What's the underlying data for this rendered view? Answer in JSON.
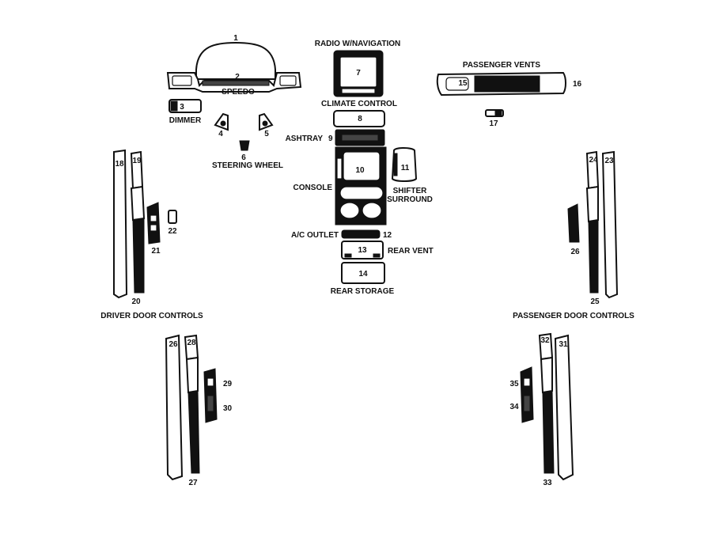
{
  "labels": {
    "radio": "RADIO W/NAVIGATION",
    "passenger_vents": "PASSENGER VENTS",
    "speedo": "SPEEDO",
    "climate": "CLIMATE CONTROL",
    "dimmer": "DIMMER",
    "ashtray": "ASHTRAY",
    "steering": "STEERING WHEEL",
    "console": "CONSOLE",
    "shifter_1": "SHIFTER",
    "shifter_2": "SURROUND",
    "ac_outlet": "A/C OUTLET",
    "rear_vent": "REAR VENT",
    "rear_storage": "REAR STORAGE",
    "driver_doors": "DRIVER DOOR CONTROLS",
    "passenger_doors": "PASSENGER DOOR CONTROLS"
  },
  "parts": {
    "p1": "1",
    "p2": "2",
    "p3": "3",
    "p4": "4",
    "p5": "5",
    "p6": "6",
    "p7": "7",
    "p8": "8",
    "p9": "9",
    "p10": "10",
    "p11": "11",
    "p12": "12",
    "p13": "13",
    "p14": "14",
    "p15": "15",
    "p16": "16",
    "p17": "17",
    "p18": "18",
    "p19": "19",
    "p20": "20",
    "p21": "21",
    "p22": "22",
    "p23": "23",
    "p24": "24",
    "p25": "25",
    "p26": "26",
    "p26b": "26",
    "p27": "27",
    "p28": "28",
    "p29": "29",
    "p30": "30",
    "p31": "31",
    "p32": "32",
    "p33": "33",
    "p34": "34",
    "p35": "35"
  }
}
